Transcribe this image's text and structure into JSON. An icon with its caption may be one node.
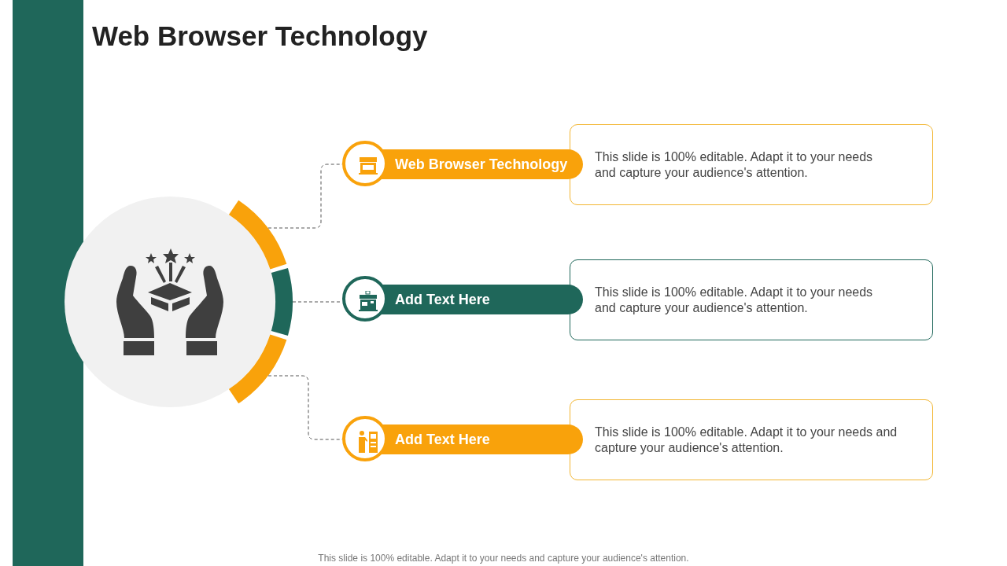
{
  "diagram": {
    "title": "Web Browser Technology",
    "nodes": [
      {
        "text": [],
        "shape": "circle"
      },
      {
        "text": [],
        "shape": "arc"
      },
      {
        "text": [],
        "shape": "arc"
      },
      {
        "text": [],
        "shape": "arc"
      },
      {
        "text": [
          "Web Browser Technology"
        ]
      },
      {
        "text": [
          "This slide is 100% editable. Adapt it to your needs and capture your audience's attention."
        ]
      },
      {
        "text": [
          "Add Text Here"
        ]
      },
      {
        "text": [
          "This slide is 100% editable. Adapt it to your needs and capture your audience's attention."
        ]
      },
      {
        "text": [
          "Add Text Here"
        ]
      },
      {
        "text": [
          "This slide is 100% editable. Adapt it to your needs and capture your audience's attention."
        ]
      },
      {
        "text": [],
        "shape": "bar"
      }
    ],
    "edges": [
      {
        "from": 1,
        "to": 4,
        "arrow": "none",
        "style": "dashed"
      },
      {
        "from": 2,
        "to": 6,
        "arrow": "none",
        "style": "dashed"
      },
      {
        "from": 3,
        "to": 8,
        "arrow": "none",
        "style": "dashed"
      }
    ],
    "labels": [
      "This slide is 100% editable. Adapt it to your needs and capture your audience's attention."
    ]
  }
}
